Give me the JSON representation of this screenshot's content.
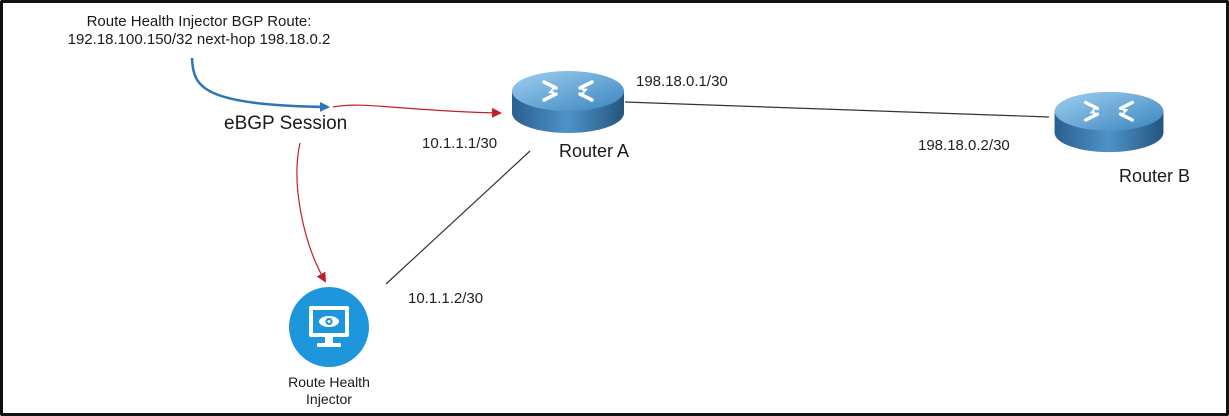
{
  "route_note": {
    "line1": "Route Health Injector BGP Route:",
    "line2": "192.18.100.150/32 next-hop 198.18.0.2"
  },
  "session_label": "eBGP Session",
  "router_a": {
    "name": "Router A",
    "ip_wan": "198.18.0.1/30",
    "ip_lan": "10.1.1.1/30"
  },
  "router_b": {
    "name": "Router B",
    "ip_wan": "198.18.0.2/30"
  },
  "injector": {
    "name_line1": "Route Health",
    "name_line2": "Injector",
    "ip": "10.1.1.2/30"
  },
  "colors": {
    "blue_arrow": "#2e75b6",
    "red_arrow": "#c0202a",
    "link": "#333333",
    "router_body": "#3b7fb6",
    "injector": "#1e96dc"
  }
}
